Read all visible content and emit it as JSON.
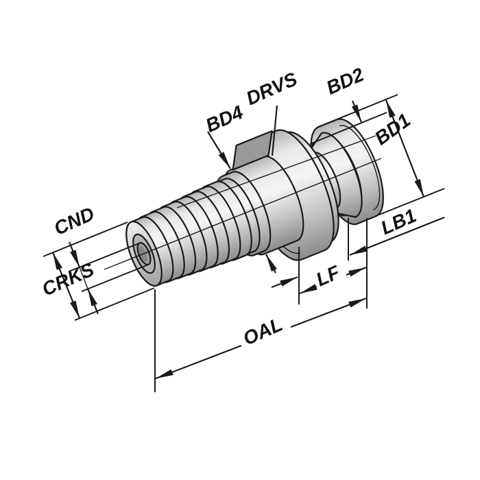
{
  "drawing": {
    "kind": "technical-dimension-diagram",
    "annotations": {
      "cnd": {
        "text": "CND"
      },
      "crks": {
        "text": "CRKS"
      },
      "bd4": {
        "text": "BD4"
      },
      "drvs": {
        "text": "DRVS"
      },
      "bd2": {
        "text": "BD2"
      },
      "bd1": {
        "text": "BD1"
      },
      "lb1": {
        "text": "LB1"
      },
      "lf": {
        "text": "LF"
      },
      "oal": {
        "text": "OAL"
      }
    },
    "colors": {
      "background": "#ffffff",
      "line": "#1a1a1a",
      "metal_highlight": "#f5f5f5",
      "metal_light": "#e8e8e8",
      "metal_mid": "#cecece",
      "metal_dark": "#8c8c8c",
      "wrench_flat": "#9a9a9a",
      "bore_ring": "#b4b4b4",
      "bore_hole": "#9e9e9e"
    }
  }
}
